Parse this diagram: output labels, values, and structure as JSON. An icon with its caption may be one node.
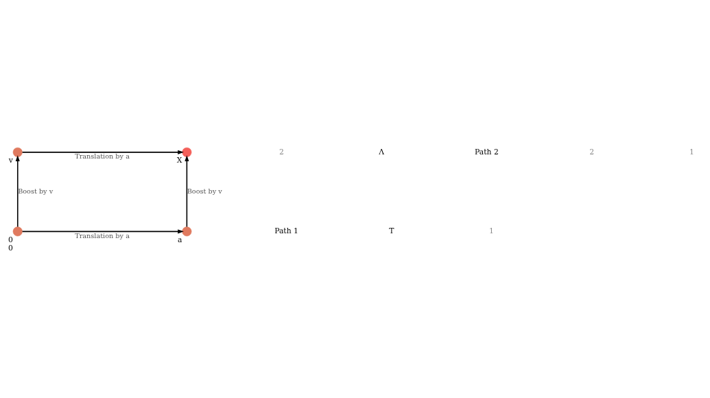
{
  "diagram": {
    "nodes": [
      {
        "text": [],
        "shape": "circle",
        "beside": [
          "v"
        ]
      },
      {
        "text": [],
        "shape": "circle",
        "beside": [
          "X"
        ]
      },
      {
        "text": [],
        "shape": "circle",
        "beside": [
          "0",
          "0"
        ]
      },
      {
        "text": [],
        "shape": "circle",
        "beside": [
          "a"
        ]
      }
    ],
    "edges": [
      {
        "from": 0,
        "to": 1,
        "arrow": "to",
        "label": "Translation by a"
      },
      {
        "from": 2,
        "to": 0,
        "arrow": "to",
        "label": "Boost by v"
      },
      {
        "from": 3,
        "to": 1,
        "arrow": "to",
        "label": "Boost by v"
      },
      {
        "from": 2,
        "to": 3,
        "arrow": "to",
        "label": "Translation by a"
      }
    ],
    "labels": [
      "2",
      "Λ",
      "Path 2",
      "2",
      "1",
      "Path 1",
      "T",
      "1"
    ]
  }
}
